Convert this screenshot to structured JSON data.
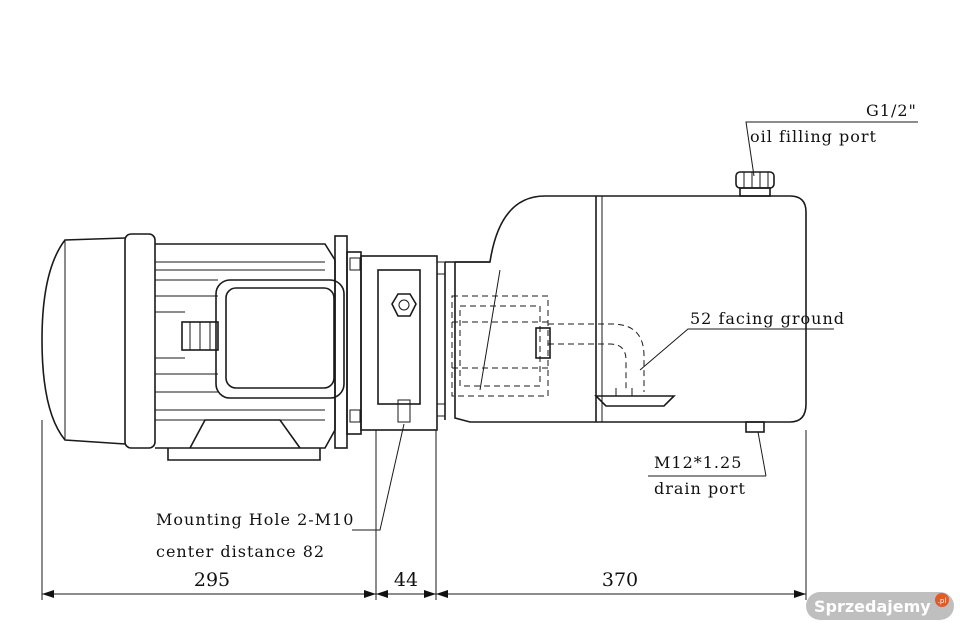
{
  "labels": {
    "fill_port_size": "G1/2\"",
    "fill_port_name": "oil filling port",
    "facing": "52 facing ground",
    "drain_size": "M12*1.25",
    "drain_name": "drain port",
    "mounting_line1": "Mounting Hole 2-M10",
    "mounting_line2": "center distance 82"
  },
  "dimensions": {
    "motor_length": "295",
    "adapter_length": "44",
    "tank_length": "370"
  },
  "watermark": {
    "text": "Sprzedajemy",
    "suffix": ".pl"
  }
}
